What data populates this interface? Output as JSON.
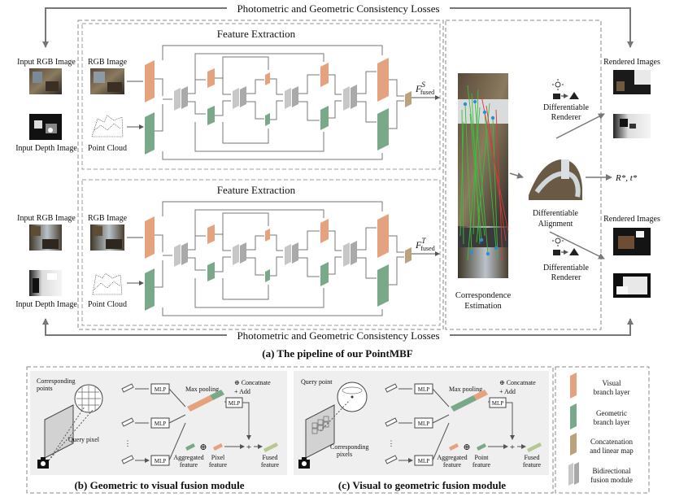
{
  "colors": {
    "visual": "#e4a27e",
    "geometric": "#7aa98a",
    "concat": "#b9a27c",
    "bidir": "#b9b9b9",
    "dash": "#8a8a8a",
    "arrow": "#777777",
    "panel_bg": "#efefef"
  },
  "top": {
    "loss_label_top": "Photometric and Geometric Consistency Losses",
    "loss_label_bottom": "Photometric and Geometric Consistency Losses",
    "caption": "(a) The pipeline of our PointMBF",
    "branch_source": {
      "title": "Feature Extraction",
      "input_rgb": "Input  RGB Image",
      "input_depth": "Input Depth Image",
      "rgb_image": "RGB Image",
      "point_cloud": "Point Cloud",
      "fused_base": "F",
      "fused_sup": "S",
      "fused_sub": "fused"
    },
    "branch_target": {
      "title": "Feature Extraction",
      "input_rgb": "Input  RGB Image",
      "input_depth": "Input Depth Image",
      "rgb_image": "RGB Image",
      "point_cloud": "Point Cloud",
      "fused_base": "F",
      "fused_sup": "T",
      "fused_sub": "fused"
    },
    "correspondence_label_1": "Correspondence",
    "correspondence_label_2": "Estimation",
    "renderer_top_1": "Differentiable",
    "renderer_top_2": "Renderer",
    "renderer_bottom_1": "Differentiable",
    "renderer_bottom_2": "Renderer",
    "alignment_1": "Differentiable",
    "alignment_2": "Alignment",
    "pose_output": "R*, t*",
    "rendered_top": "Rendered Images",
    "rendered_bottom": "Rendered Images"
  },
  "panel_b": {
    "caption": "(b) Geometric to visual fusion module",
    "corresponding_points_1": "Corresponding",
    "corresponding_points_2": "points",
    "query_pixel": "Query pixel",
    "mlp": "MLP",
    "max_pooling": "Max pooling",
    "concatenate": "Concatnate",
    "add": "Add",
    "aggregated_1": "Aggregated",
    "aggregated_2": "feature",
    "pixel_1": "Pixel",
    "pixel_2": "feature",
    "fused_1": "Fused",
    "fused_2": "feature"
  },
  "panel_c": {
    "caption": "(c) Visual to geometric fusion module",
    "query_point": "Query point",
    "corresponding_pixels_1": "Corresponding",
    "corresponding_pixels_2": "pixels",
    "mlp": "MLP",
    "max_pooling": "Max pooling",
    "concatenate": "Concatnate",
    "add": "Add",
    "aggregated_1": "Aggregated",
    "aggregated_2": "feature",
    "point_1": "Point",
    "point_2": "feature",
    "fused_1": "Fused",
    "fused_2": "feature"
  },
  "legend": {
    "visual_1": "Visual",
    "visual_2": "branch layer",
    "geometric_1": "Geometric",
    "geometric_2": "branch layer",
    "concat_1": "Concatenation",
    "concat_2": "and linear map",
    "bidir_1": "Bidirectional",
    "bidir_2": "fusion module"
  }
}
